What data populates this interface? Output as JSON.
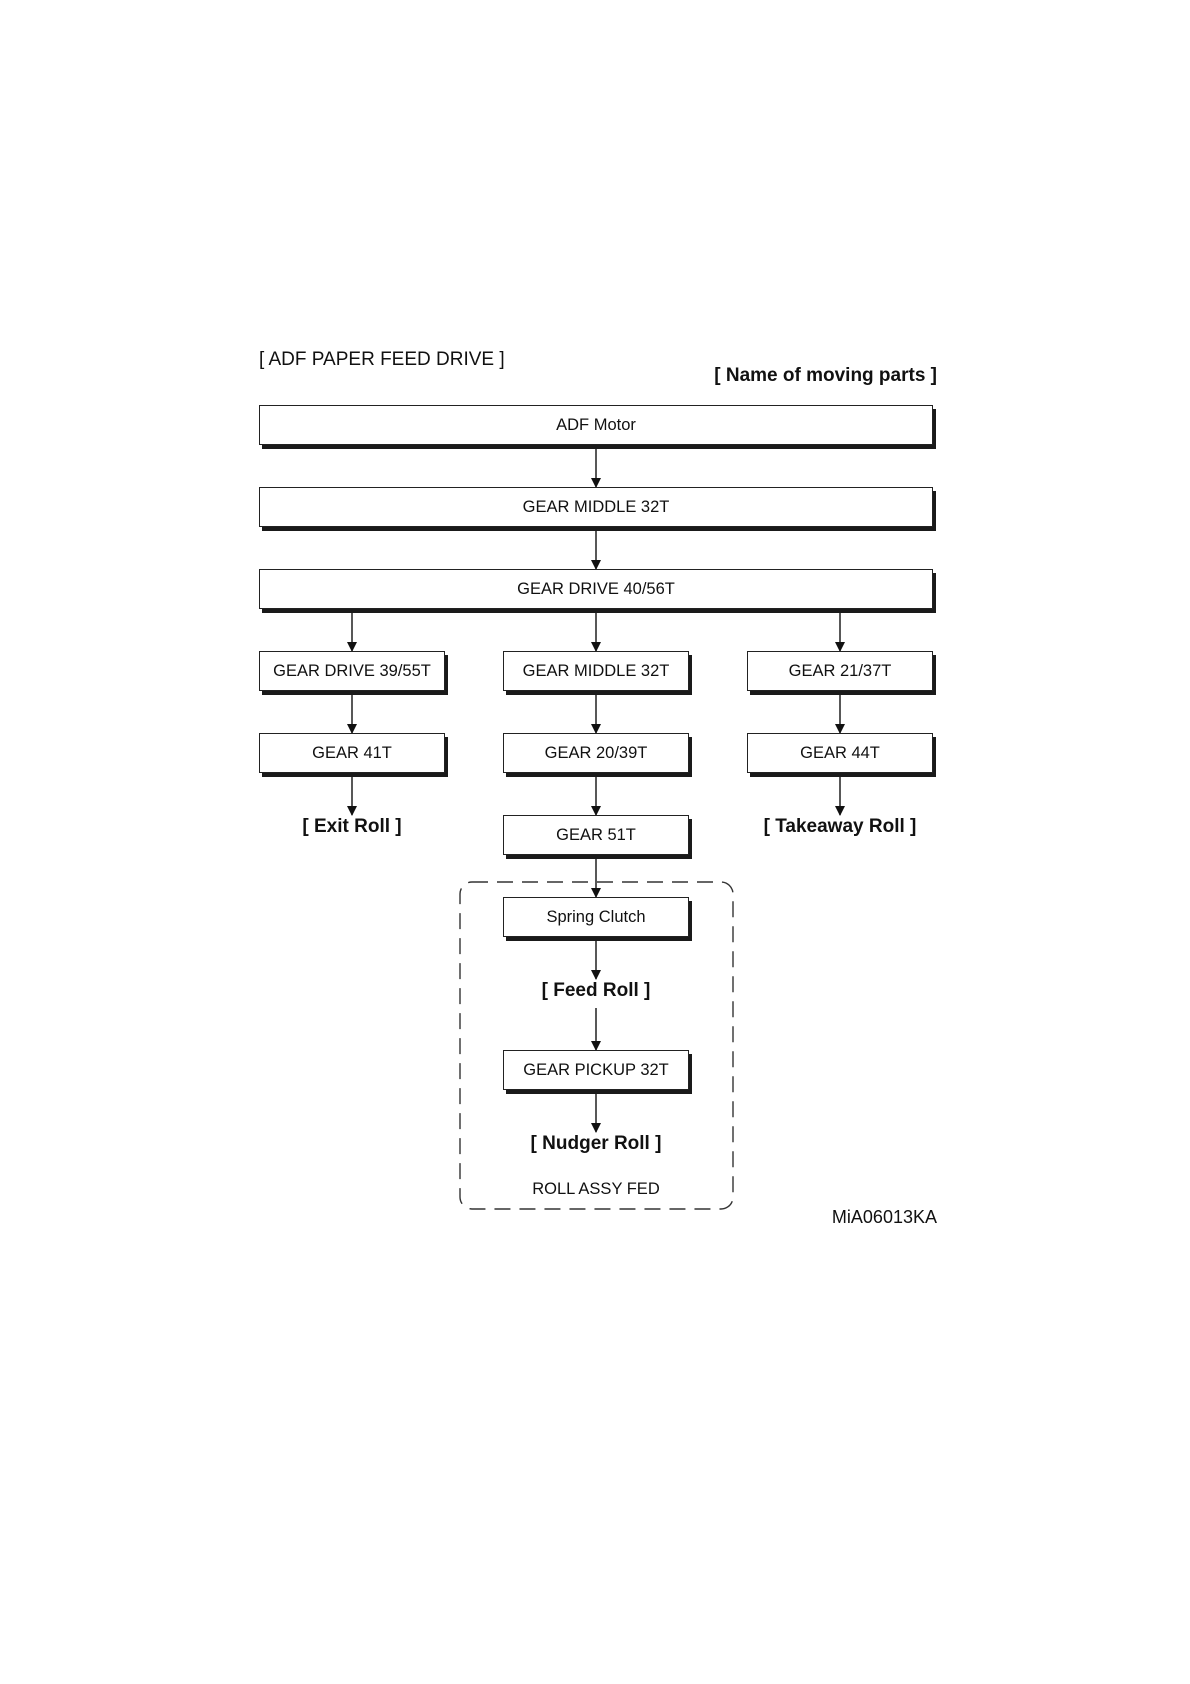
{
  "title": "[ ADF PAPER FEED DRIVE ]",
  "legend": "[ Name of moving parts ]",
  "boxes": {
    "adf_motor": "ADF Motor",
    "gear_middle_32t_top": "GEAR MIDDLE 32T",
    "gear_drive_40_56t": "GEAR DRIVE 40/56T",
    "gear_drive_39_55t": "GEAR DRIVE 39/55T",
    "gear_middle_32t_mid": "GEAR MIDDLE 32T",
    "gear_21_37t": "GEAR 21/37T",
    "gear_41t": "GEAR 41T",
    "gear_20_39t": "GEAR 20/39T",
    "gear_44t": "GEAR 44T",
    "gear_51t": "GEAR 51T",
    "spring_clutch": "Spring Clutch",
    "gear_pickup_32t": "GEAR PICKUP 32T"
  },
  "parts": {
    "exit_roll": "[ Exit Roll ]",
    "takeaway_roll": "[ Takeaway Roll ]",
    "feed_roll": "[ Feed Roll ]",
    "nudger_roll": "[ Nudger Roll ]"
  },
  "group_label": "ROLL ASSY FED",
  "figure_id": "MiA06013KA"
}
